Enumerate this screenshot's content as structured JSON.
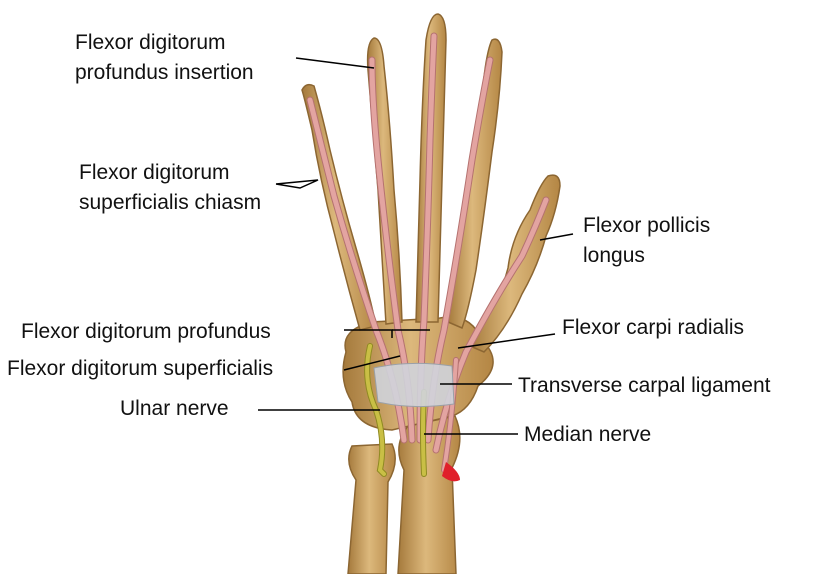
{
  "labels": {
    "fdp_insertion": [
      "Flexor digitorum",
      "profundus insertion"
    ],
    "fds_chiasm": [
      "Flexor digitorum",
      "superficialis chiasm"
    ],
    "fpl": [
      "Flexor pollicis",
      "longus"
    ],
    "fdp": "Flexor digitorum profundus",
    "fcr": "Flexor carpi radialis",
    "fds": "Flexor digitorum superficialis",
    "tcl": "Transverse carpal ligament",
    "ulnar": "Ulnar nerve",
    "median": "Median nerve"
  },
  "colors": {
    "bone": "#cfa86c",
    "bone_shadow": "#a57a3c",
    "tendon": "#e3a4a1",
    "tendon_edge": "#b57270",
    "nerve": "#c9bf45",
    "ligament": "#cfd3da",
    "artery": "#e0202a",
    "line": "#000000"
  }
}
